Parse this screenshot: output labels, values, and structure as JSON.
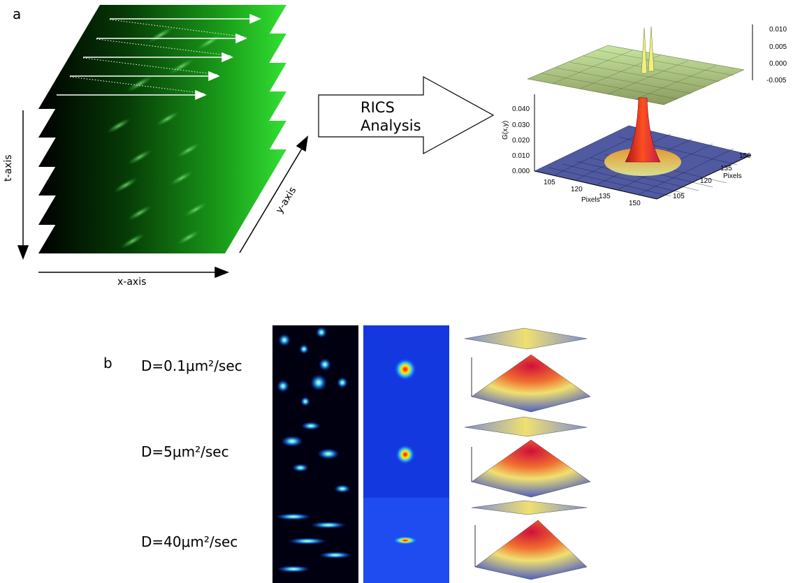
{
  "panel_a": {
    "letter": "a",
    "t_axis": "t-axis",
    "x_axis": "x-axis",
    "y_axis": "y-axis",
    "process_line1": "RICS",
    "process_line2": "Analysis",
    "stack": {
      "frames": 6,
      "color": "#22cc22"
    },
    "residual_ticks": [
      "0.010",
      "0.005",
      "0.000",
      "-0.005"
    ],
    "g_ticks": [
      "0.040",
      "0.030",
      "0.020",
      "0.010",
      "0.000"
    ],
    "g_label": "G(x,y)",
    "x_ticks": [
      "105",
      "120",
      "135",
      "150"
    ],
    "x_label": "Pixels",
    "y_ticks": [
      "150",
      "135",
      "120",
      "105"
    ],
    "y_label": "Pixels"
  },
  "panel_b": {
    "letter": "b",
    "rows": [
      {
        "label": "D=0.1μm²/sec"
      },
      {
        "label": "D=5μm²/sec"
      },
      {
        "label": "D=40μm²/sec"
      }
    ]
  }
}
